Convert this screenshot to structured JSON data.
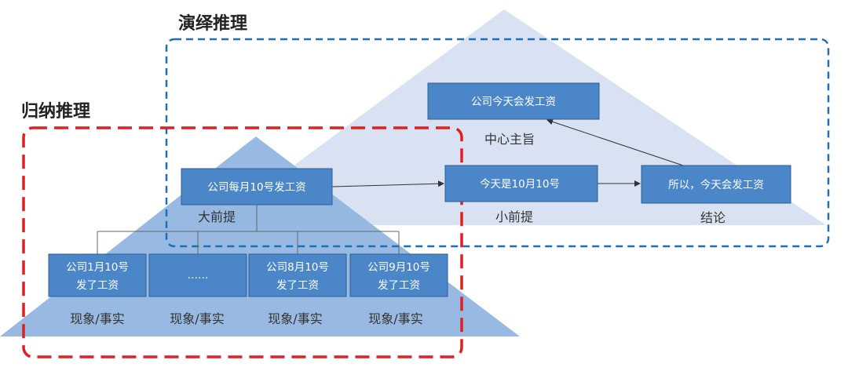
{
  "deductive": {
    "title": "演绎推理",
    "center_node": {
      "label": "公司今天会发工资",
      "caption": "中心主旨"
    },
    "minor_premise": {
      "label": "今天是10月10号",
      "caption": "小前提"
    },
    "conclusion": {
      "label": "所以，今天会发工资",
      "caption": "结论"
    },
    "frame_color": "#1f6fb5"
  },
  "inductive": {
    "title": "归纳推理",
    "major_premise": {
      "label": "公司每月10号发工资",
      "caption": "大前提"
    },
    "facts": [
      {
        "line1": "公司1月10号",
        "line2": "发了工资",
        "caption": "现象/事实"
      },
      {
        "line1": "……",
        "line2": "",
        "caption": "现象/事实"
      },
      {
        "line1": "公司8月10号",
        "line2": "发了工资",
        "caption": "现象/事实"
      },
      {
        "line1": "公司9月10号",
        "line2": "发了工资",
        "caption": "现象/事实"
      }
    ],
    "frame_color": "#e02020"
  },
  "colors": {
    "node_fill": "#4a86c8",
    "node_stroke": "#2f5f95",
    "deductive_triangle": "#d8e2f2",
    "inductive_triangle": "#8fb4e0"
  }
}
